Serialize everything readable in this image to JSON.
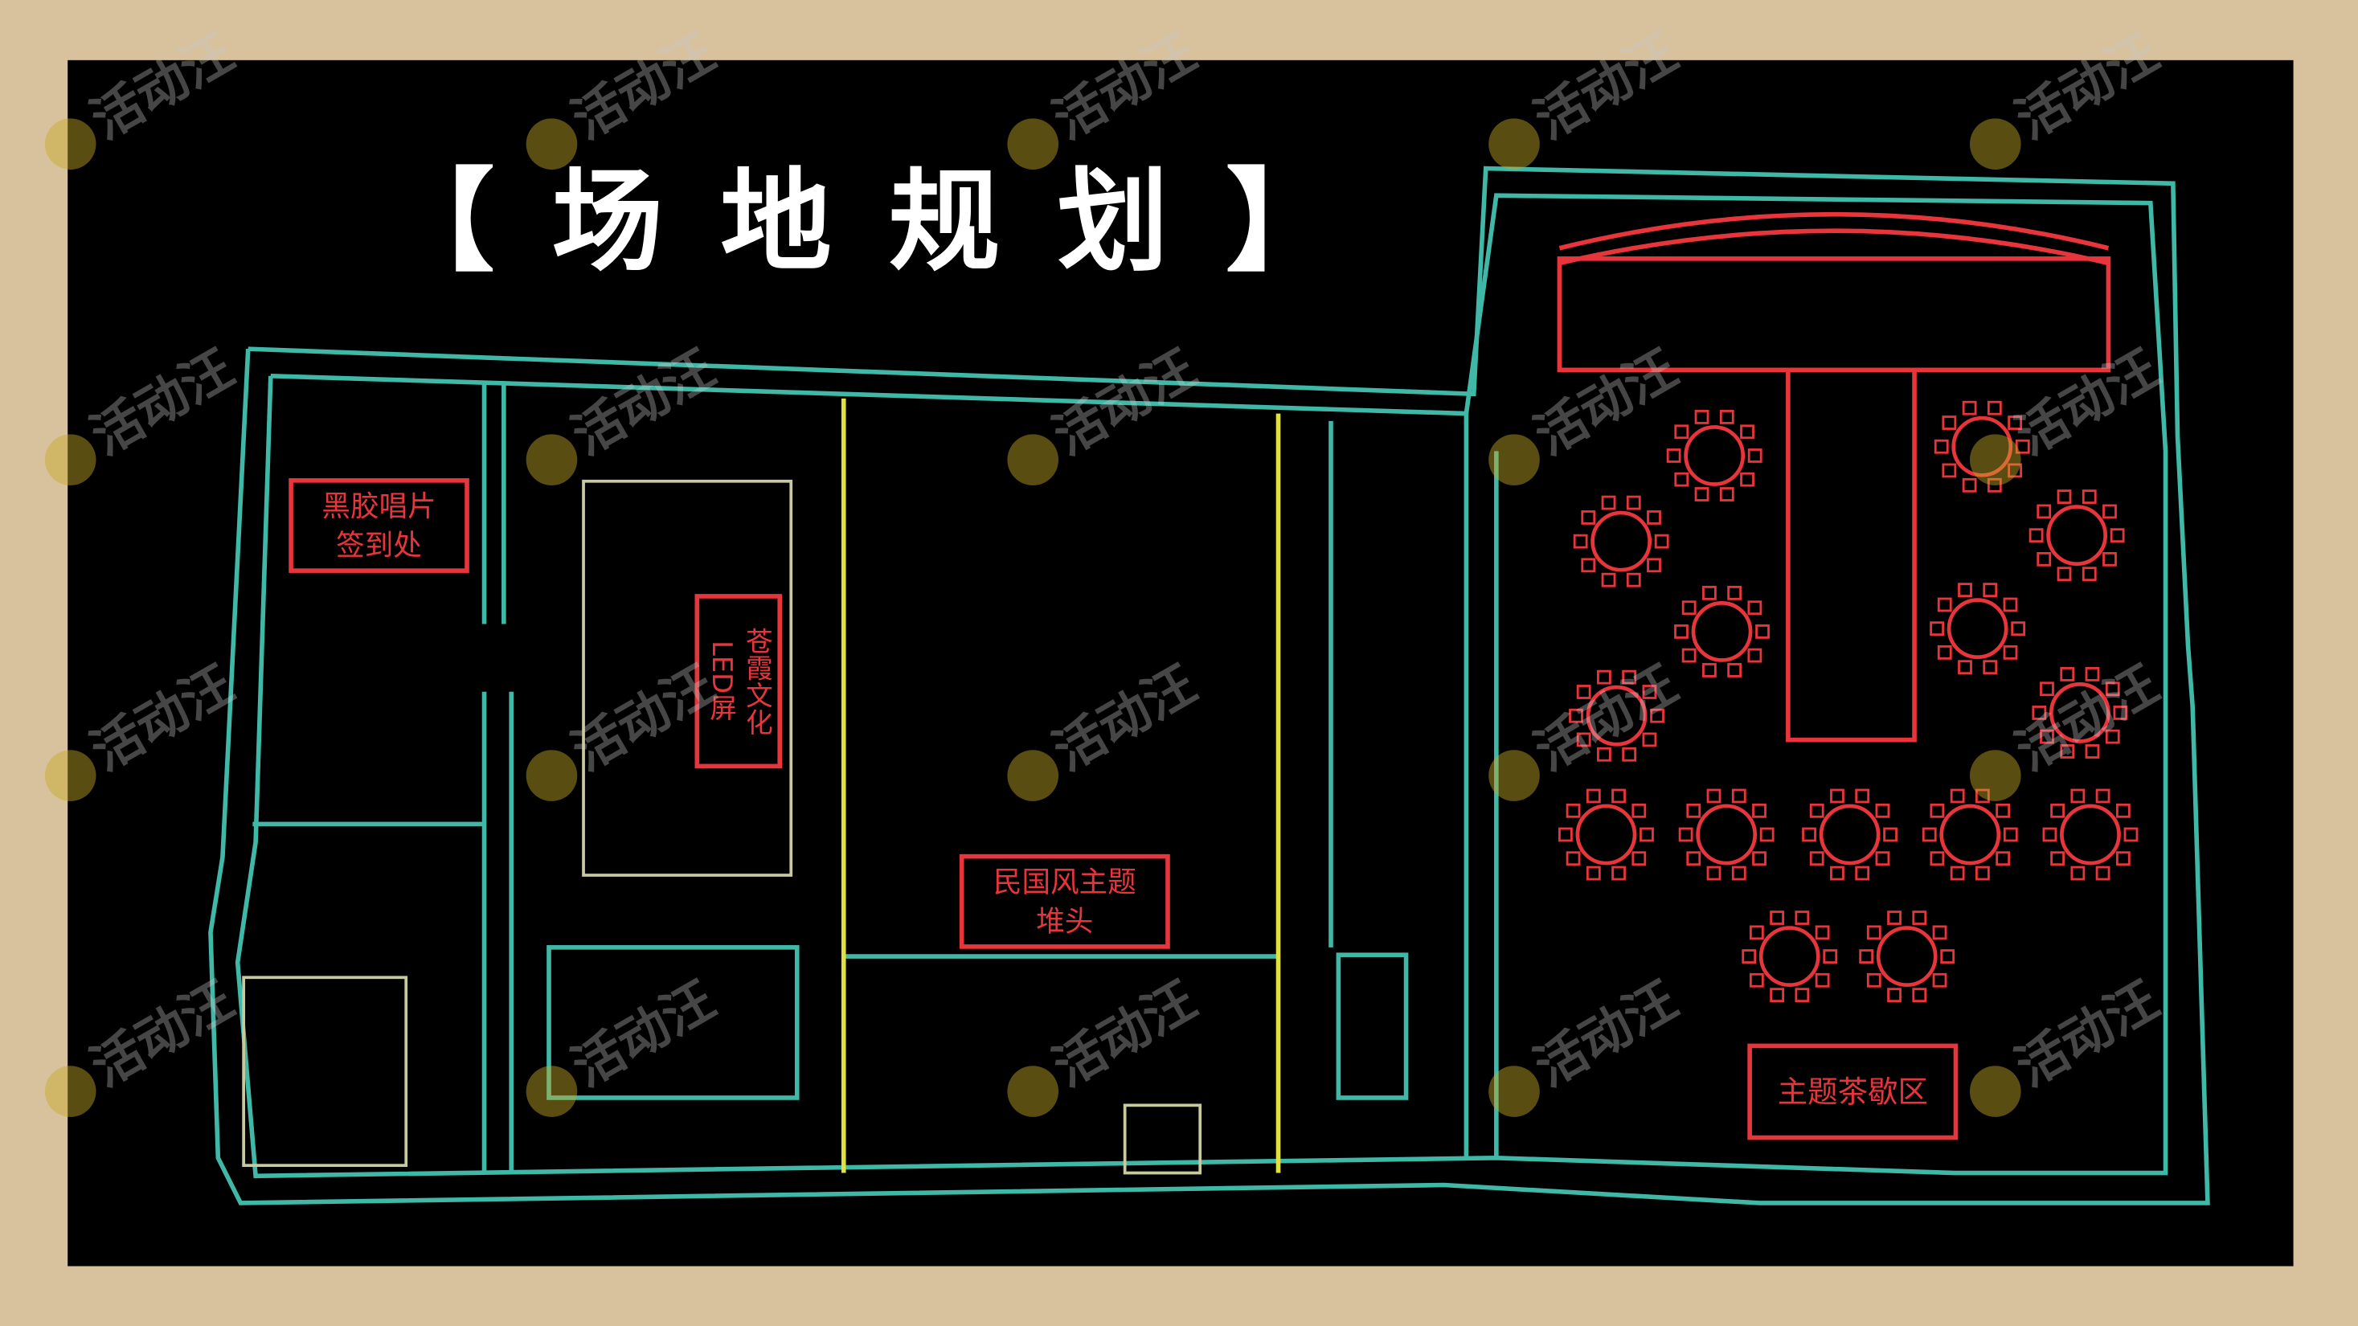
{
  "title": "【场地规划】",
  "labels": {
    "checkin": [
      "黑胶唱片",
      "签到处"
    ],
    "led": [
      "苍霞文化",
      "LED屏"
    ],
    "photo_wall": [
      "民国风主题",
      "堆头"
    ],
    "tea_break": "主题茶歇区"
  },
  "watermark": "活动汪",
  "colors": {
    "wall": "#3fb8a8",
    "partition": "#e0e040",
    "annotation": "#e8353c",
    "background": "#000000",
    "frame": "#d8c29d"
  }
}
